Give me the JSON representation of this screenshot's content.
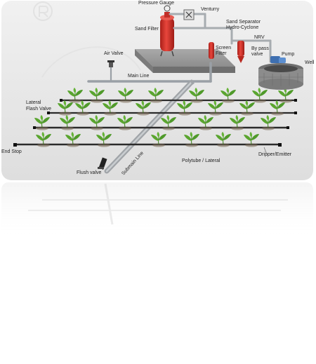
{
  "diagram": {
    "labels": {
      "pressure_gauge": "Pressure Gauge",
      "ventury": "Venturry",
      "sand_filter": "Sand Filter",
      "sand_separator": "Sand Separator",
      "hydro_cyclone": "Hydro-Cyclone",
      "nrv": "NRV",
      "by_pass_valve_1": "By pass",
      "by_pass_valve_2": "valve",
      "pump": "Pump",
      "well": "Well",
      "screen_filter_1": "Screen",
      "screen_filter_2": "Filter",
      "air_valve": "Air Valve",
      "main_line": "Main Line",
      "lateral_flash_valve_1": "Lateral",
      "lateral_flash_valve_2": "Flash Valve",
      "end_stop": "End Stop",
      "dripper_emitter": "Dripper/Emitter",
      "polytube_lateral": "Polytube / Lateral",
      "submain_line": "Submain Line",
      "flush_valve": "Flush valve"
    },
    "colors": {
      "panel": "#e9e9e9",
      "pipe": "#9aa0a6",
      "lateral": "#2b2b2b",
      "filter_red": "#d8342c",
      "plant_green": "#4f9a2a",
      "soil": "#7a6a55",
      "well_stone": "#8c8c8c"
    }
  }
}
